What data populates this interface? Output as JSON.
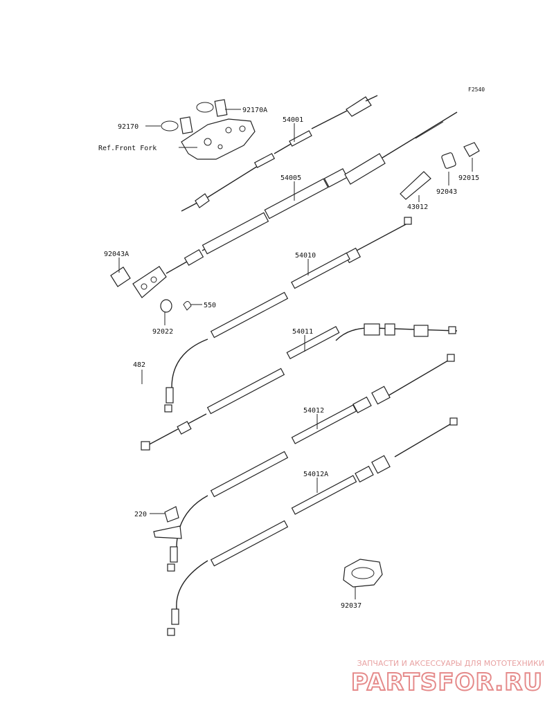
{
  "figure_code": "F2540",
  "parts": [
    {
      "id": "p92170",
      "number": "92170"
    },
    {
      "id": "p92170A",
      "number": "92170A"
    },
    {
      "id": "pRef",
      "number": "Ref.Front Fork"
    },
    {
      "id": "p54001",
      "number": "54001"
    },
    {
      "id": "p54005",
      "number": "54005"
    },
    {
      "id": "p92015",
      "number": "92015"
    },
    {
      "id": "p92043",
      "number": "92043"
    },
    {
      "id": "p43012",
      "number": "43012"
    },
    {
      "id": "p92043A",
      "number": "92043A"
    },
    {
      "id": "p54010",
      "number": "54010"
    },
    {
      "id": "p550",
      "number": "550"
    },
    {
      "id": "p92022",
      "number": "92022"
    },
    {
      "id": "p54011",
      "number": "54011"
    },
    {
      "id": "p482",
      "number": "482"
    },
    {
      "id": "p54012",
      "number": "54012"
    },
    {
      "id": "p220",
      "number": "220"
    },
    {
      "id": "p54012A",
      "number": "54012A"
    },
    {
      "id": "p92037",
      "number": "92037"
    }
  ],
  "watermark": {
    "tagline": "ЗАПЧАСТИ И АКСЕССУАРЫ ДЛЯ МОТОТЕХНИКИ",
    "logo": "PARTSFOR.RU"
  }
}
